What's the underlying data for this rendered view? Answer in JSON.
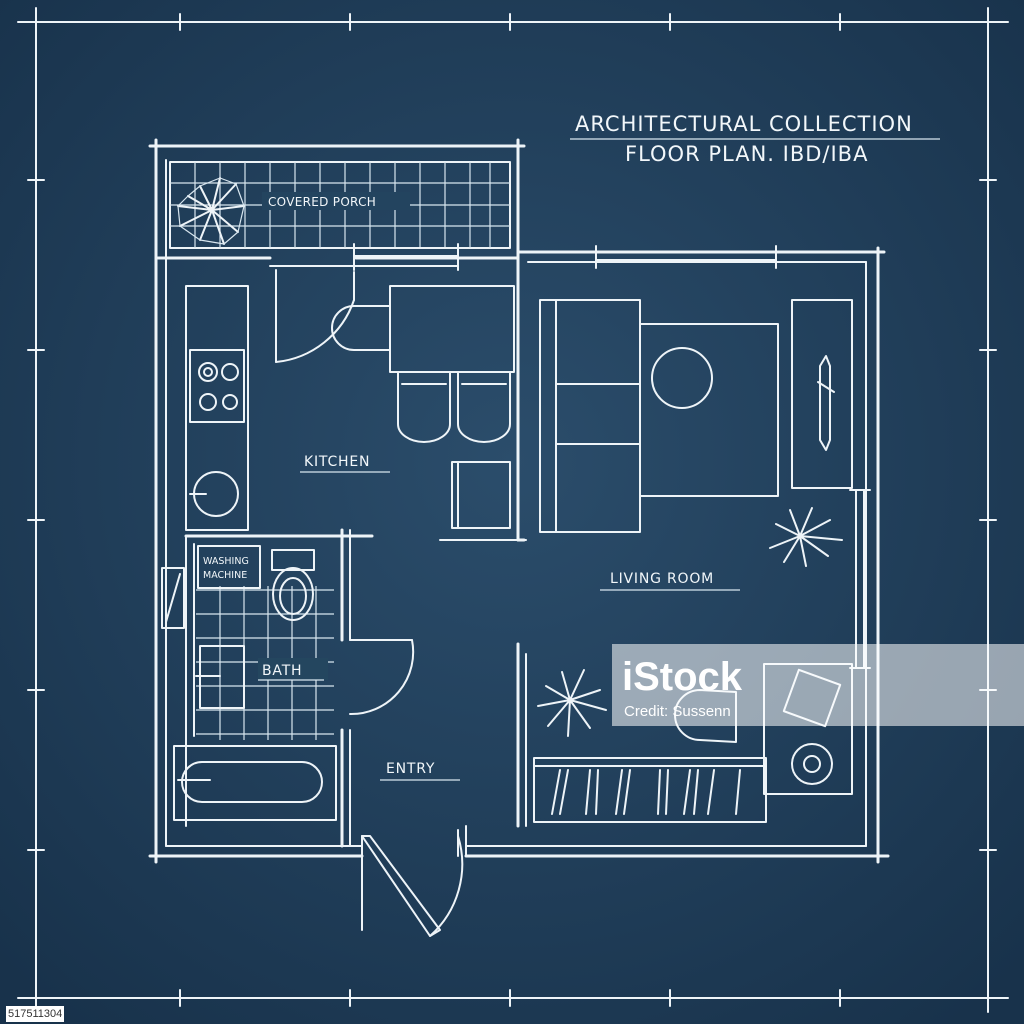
{
  "title": {
    "line1": "ARCHITECTURAL COLLECTION",
    "line2": "FLOOR PLAN. IBD/IBA"
  },
  "rooms": {
    "covered_porch": "COVERED PORCH",
    "kitchen": "KITCHEN",
    "living_room": "LIVING ROOM",
    "washing_machine_line1": "WASHING",
    "washing_machine_line2": "MACHINE",
    "bath": "BATH",
    "entry": "ENTRY"
  },
  "watermark": {
    "brand": "iStock",
    "credit": "Credit: Sussenn"
  },
  "stock_id": "517511304",
  "colors": {
    "background": "#1e3a55",
    "lines": "#eef4f8"
  }
}
